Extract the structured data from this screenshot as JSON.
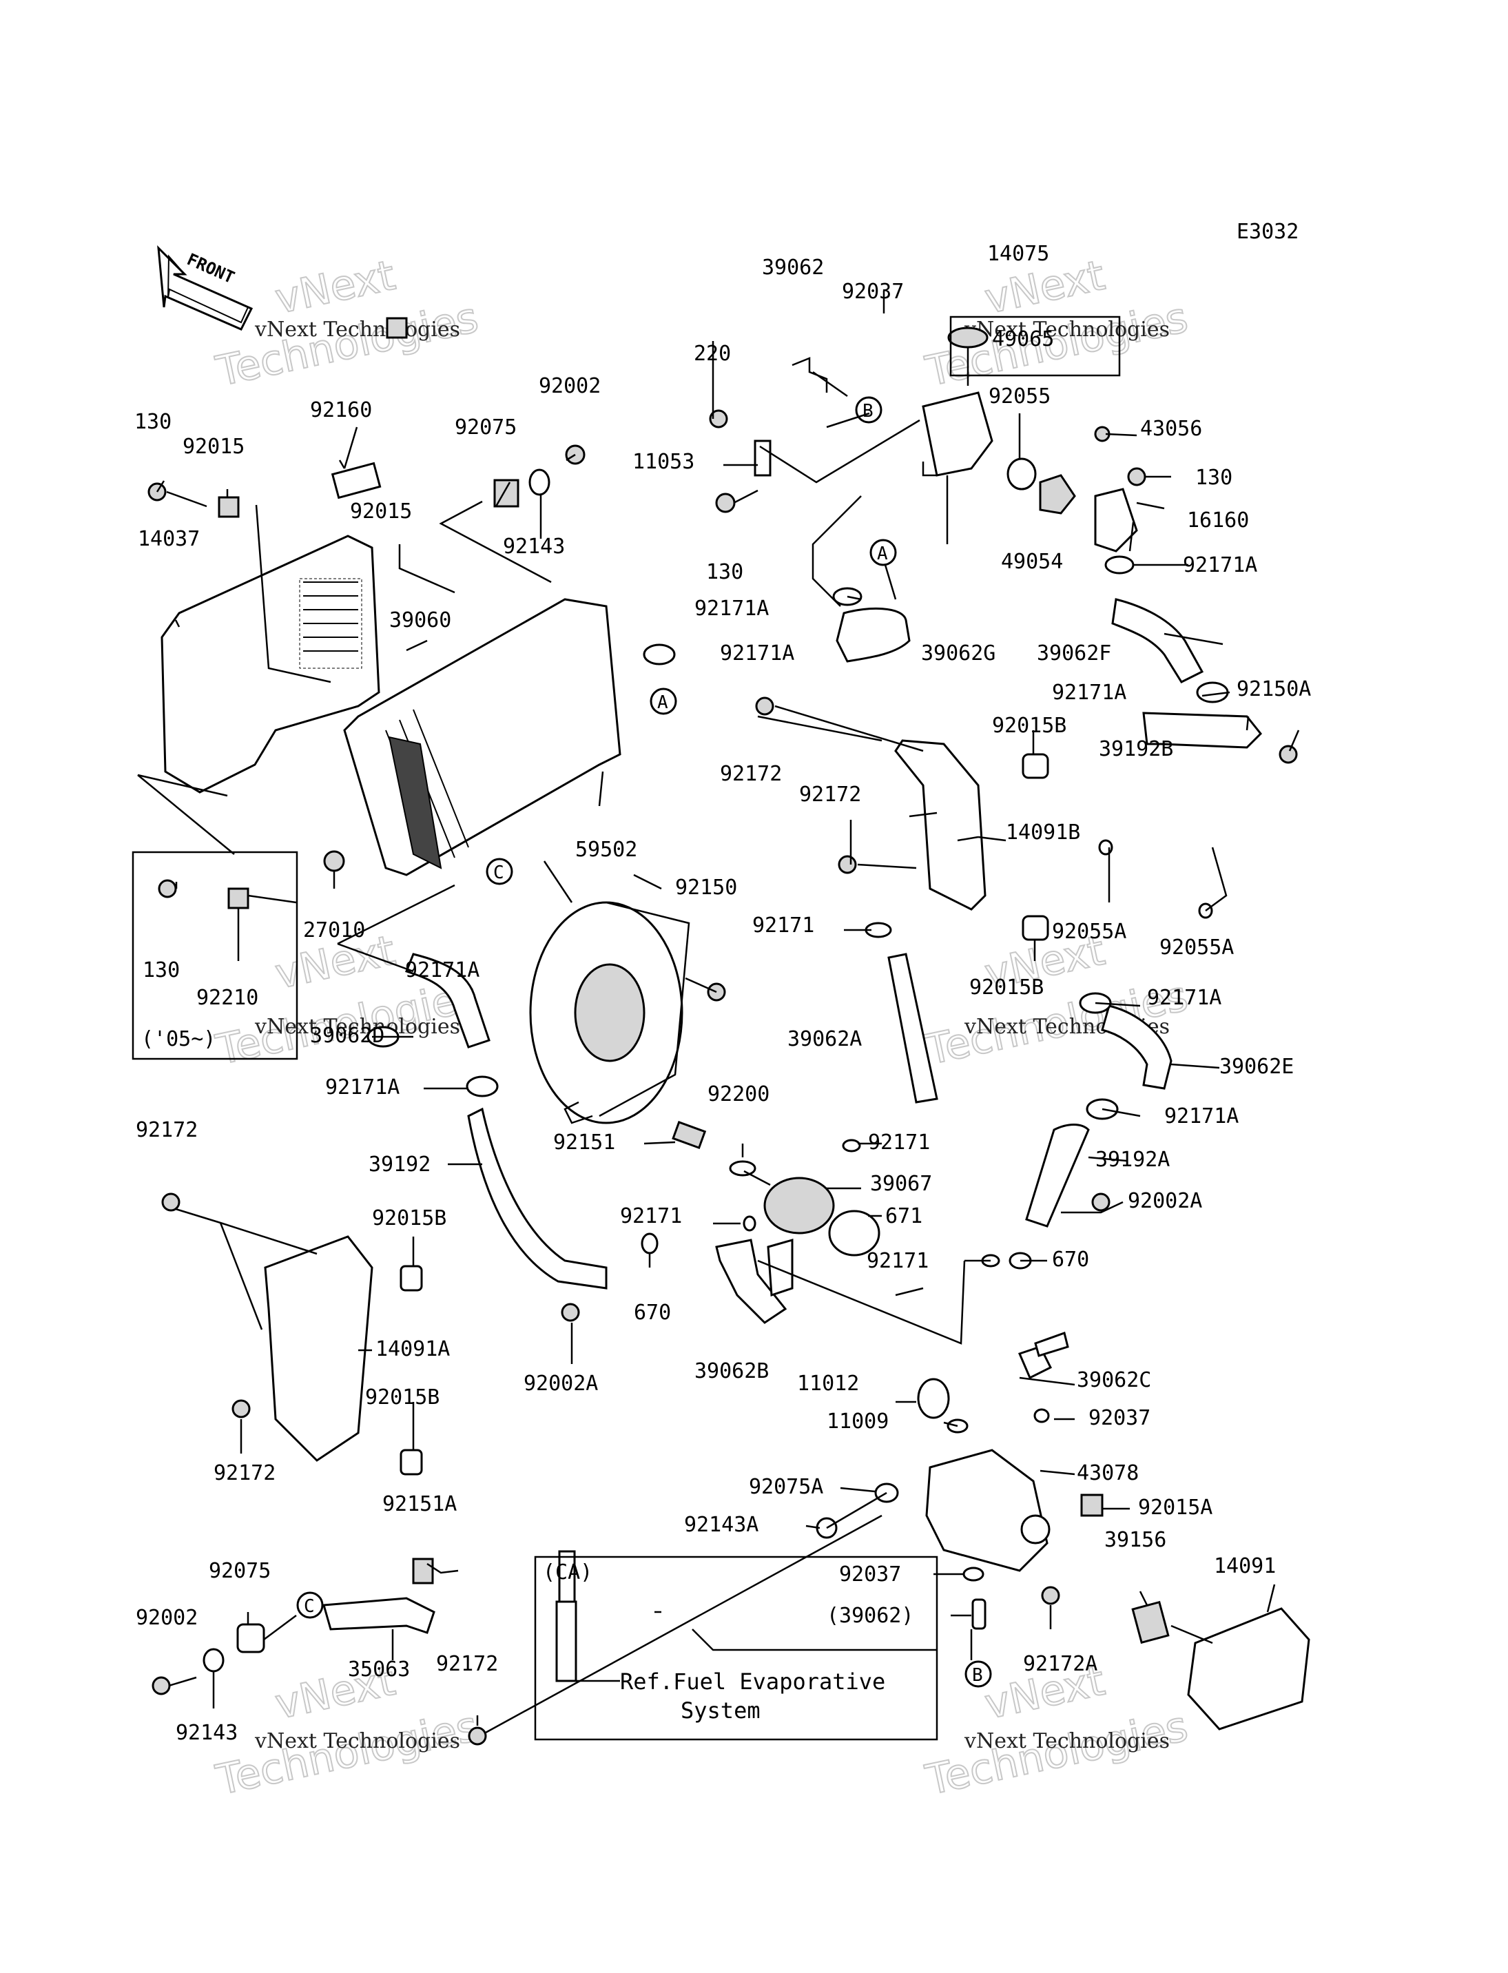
{
  "diagram_code": "E3032",
  "front_arrow_label": "FRONT",
  "watermarks": {
    "brand": "vNext Technologies",
    "big_line1": "vNext",
    "big_line2": "Technologies"
  },
  "variant_note": "('05~)",
  "carburetor_note": {
    "tag": "(CA)",
    "line1": "Ref.Fuel Evaporative",
    "line2": "System"
  },
  "callouts": [
    "A",
    "B",
    "C"
  ],
  "part_labels": {
    "p39062_top": "39062",
    "p14075": "14075",
    "p92037_top": "92037",
    "p49065": "49065",
    "p220": "220",
    "p92055": "92055",
    "p43056": "43056",
    "p11053": "11053",
    "p130_right": "130",
    "p16160": "16160",
    "p130_mid": "130",
    "p49054": "49054",
    "p92171A_1": "92171A",
    "p92171A_2": "92171A",
    "p39062G": "39062G",
    "p39062F": "39062F",
    "p92171A_3": "92171A",
    "p92171A_4": "92171A",
    "p92150A": "92150A",
    "p39192B": "39192B",
    "p92015B_1": "92015B",
    "p92172_1": "92172",
    "p92172_2": "92172",
    "p14091B": "14091B",
    "p92055A_1": "92055A",
    "p92055A_2": "92055A",
    "p130_topleft": "130",
    "p92015_left": "92015",
    "p92160": "92160",
    "p92075_top": "92075",
    "p92002_top": "92002",
    "p92143_top": "92143",
    "p92015_mid": "92015",
    "p14037": "14037",
    "p39060": "39060",
    "p59502": "59502",
    "p92150": "92150",
    "p92171_1": "92171",
    "p92015B_2": "92015B",
    "p27010": "27010",
    "p130_box": "130",
    "p92210": "92210",
    "p92171A_5": "92171A",
    "p39062D": "39062D",
    "p92171A_6": "92171A",
    "p92171A_7": "92171A",
    "p39062A": "39062A",
    "p39062E": "39062E",
    "p92171A_8": "92171A",
    "p92200": "92200",
    "p92151": "92151",
    "p92171_2": "92171",
    "p39192": "39192",
    "p39067": "39067",
    "p39192A": "39192A",
    "p92002A_1": "92002A",
    "p92171_3": "92171",
    "p671": "671",
    "p92171_4": "92171",
    "p670_1": "670",
    "p92172_3": "92172",
    "p92015B_3": "92015B",
    "p670_2": "670",
    "p14091A": "14091A",
    "p92002A_2": "92002A",
    "p39062B": "39062B",
    "p11012": "11012",
    "p39062C": "39062C",
    "p92015B_4": "92015B",
    "p11009": "11009",
    "p92037_2": "92037",
    "p92172_4": "92172",
    "p43078": "43078",
    "p92151A": "92151A",
    "p92075A": "92075A",
    "p92015A": "92015A",
    "p92143A": "92143A",
    "p39156": "39156",
    "p14091": "14091",
    "p92075_bot": "92075",
    "p92037_3": "92037",
    "p39062_paren": "(39062)",
    "p92002_bot": "92002",
    "p35063": "35063",
    "p92172_5": "92172",
    "p92172A": "92172A",
    "p92143_bot": "92143"
  }
}
